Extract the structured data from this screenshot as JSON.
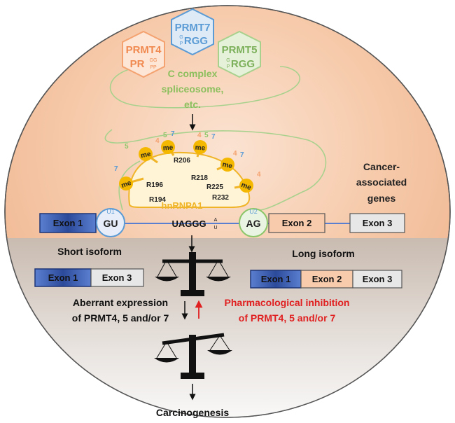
{
  "enzymes": {
    "prmt7": {
      "name": "PRMT7",
      "motif": "RGG",
      "sup": "G",
      "sub": "P",
      "color": "#5b9bd5"
    },
    "prmt4": {
      "name": "PRMT4",
      "motif": "PR",
      "sup": "GG",
      "sub": "PP",
      "color": "#f4a270"
    },
    "prmt5": {
      "name": "PRMT5",
      "motif": "RGG",
      "sup": "G",
      "sub": "P",
      "color": "#8cc66a"
    }
  },
  "spliceosome": [
    "C complex",
    "spliceosome,",
    "etc."
  ],
  "protein": {
    "name": "hnRNPA1",
    "residues": [
      "R206",
      "R196",
      "R218",
      "R194",
      "R225",
      "R232"
    ],
    "me_label": "me",
    "mark_digits": [
      "5",
      "7",
      "4",
      "5",
      "7",
      "4",
      "5",
      "7",
      "4",
      "7",
      "4"
    ]
  },
  "cancer_genes": [
    "Cancer-",
    "associated",
    "genes"
  ],
  "pre_mrna": {
    "exon1": "Exon 1",
    "exon2": "Exon 2",
    "exon3": "Exon 3",
    "u1": "U1",
    "gu": "GU",
    "u2": "U2",
    "ag": "AG",
    "branch": "UAGGG",
    "branch_sup": "A",
    "branch_sub": "U"
  },
  "short_isoform": {
    "label": "Short isoform",
    "exons": [
      "Exon 1",
      "Exon 3"
    ]
  },
  "long_isoform": {
    "label": "Long isoform",
    "exons": [
      "Exon 1",
      "Exon 2",
      "Exon 3"
    ]
  },
  "aberrant": [
    "Aberrant expression",
    "of PRMT4, 5 and/or 7"
  ],
  "inhibition": [
    "Pharmacological inhibition",
    "of PRMT4, 5 and/or 7"
  ],
  "outcome": "Carcinogenesis",
  "colors": {
    "exon1": "#2e4fa3",
    "exon2": "#f8cbad",
    "exon3": "#e7e7e7",
    "inhibition": "#e02020",
    "loop": "#a9d18e"
  }
}
